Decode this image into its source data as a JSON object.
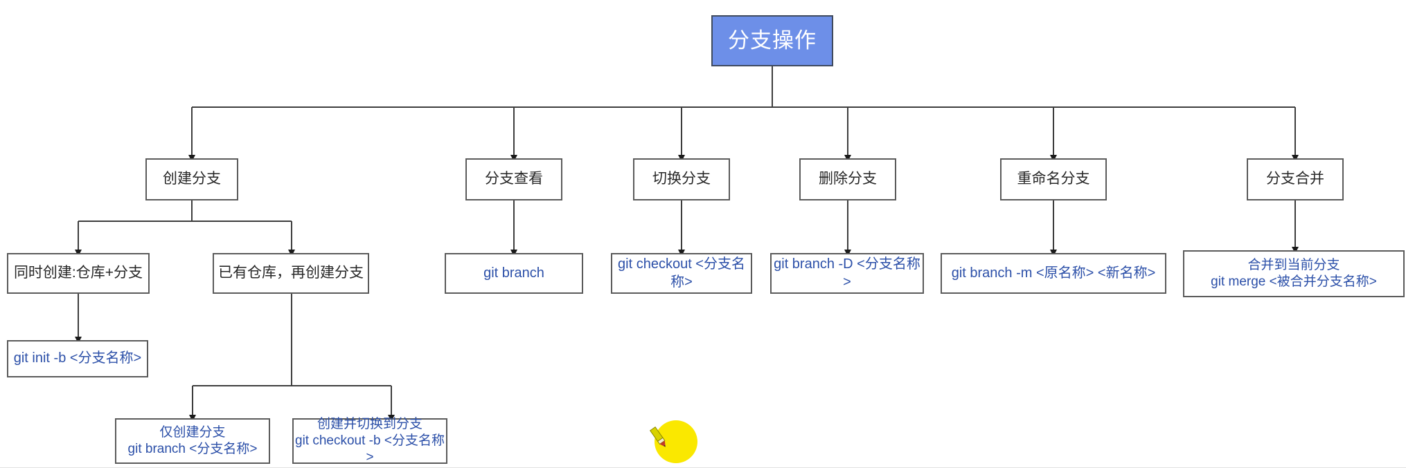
{
  "diagram": {
    "title": "分支操作",
    "type": "flowchart-tree",
    "colors": {
      "root_fill": "#6D8FE8",
      "root_text": "#FFFFFF",
      "node_fill": "#FFFFFF",
      "node_border": "#5A5A5A",
      "cn_text": "#262626",
      "cmd_text": "#2B4FA8",
      "highlight": "#FAE800"
    },
    "nodes": {
      "root": "分支操作",
      "create_branch": "创建分支",
      "view_branch": "分支查看",
      "switch_branch": "切换分支",
      "delete_branch": "删除分支",
      "rename_branch": "重命名分支",
      "merge_branch": "分支合并",
      "create_repo_and_branch": "同时创建:仓库+分支",
      "existing_repo_create_branch": "已有仓库，再创建分支",
      "cmd_git_branch": "git branch",
      "cmd_git_checkout": "git checkout <分支名称>",
      "cmd_git_branch_D": "git branch -D <分支名称>",
      "cmd_git_branch_m": "git branch -m <原名称> <新名称>",
      "merge_box_line1": "合并到当前分支",
      "merge_box_line2": "git merge <被合并分支名称>",
      "cmd_git_init_b": "git init -b <分支名称>",
      "only_create_line1": "仅创建分支",
      "only_create_line2": "git branch <分支名称>",
      "create_switch_line1": "创建并切换到分支",
      "create_switch_line2": "git checkout -b <分支名称>"
    }
  }
}
